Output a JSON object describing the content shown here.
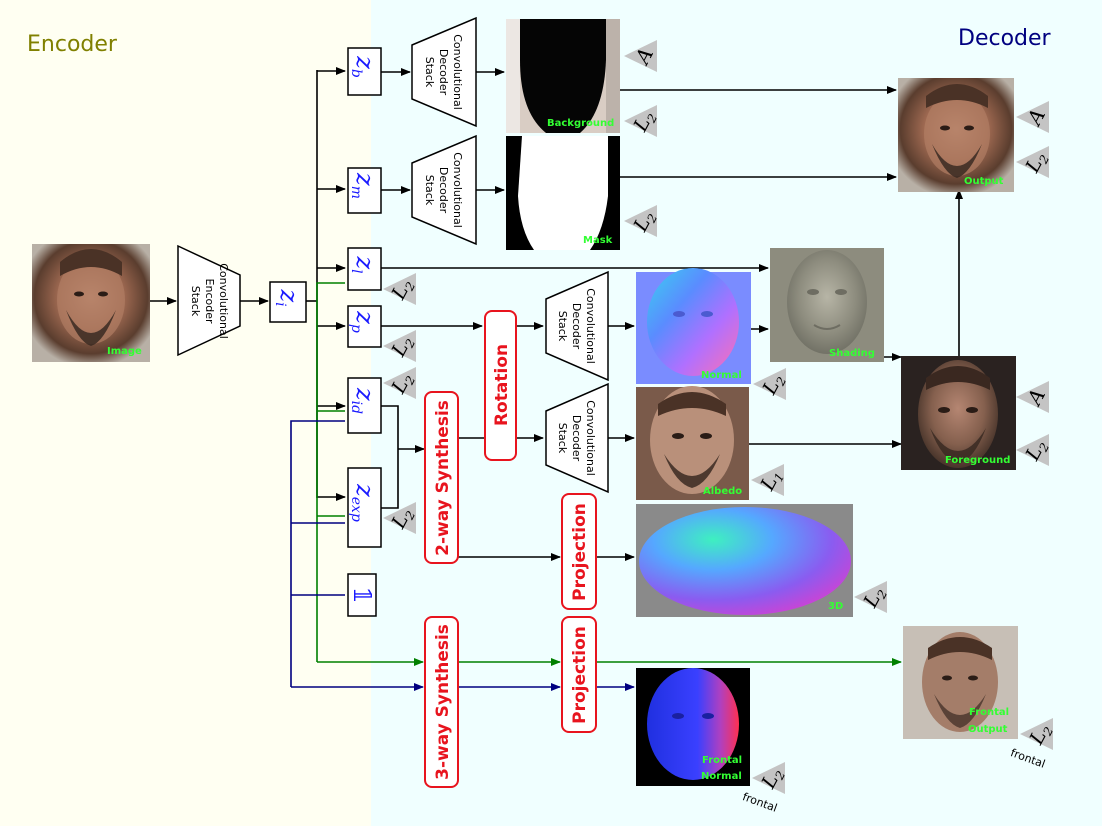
{
  "regions": {
    "encoder_label": "Encoder",
    "decoder_label": "Decoder"
  },
  "colors": {
    "encoder_bg": "#fffff2",
    "decoder_bg": "#f0ffff",
    "encoder_text": "#808000",
    "decoder_text": "#000080",
    "latent_text": "#1a1aff",
    "op_red": "#e8141e",
    "green_line": "#008000",
    "navy_line": "#000080",
    "label_green": "#33ff33",
    "loss_gray": "#c4c4c4"
  },
  "encoder": {
    "line1": "Convolutional",
    "line2": "Encoder",
    "line3": "Stack"
  },
  "decoder_stack": {
    "line1": "Convolutional",
    "line2": "Decoder",
    "line3": "Stack"
  },
  "latents": {
    "zi": "z",
    "zi_sub": "i",
    "zb": "z",
    "zb_sub": "b",
    "zm": "z",
    "zm_sub": "m",
    "zl": "z",
    "zl_sub": "l",
    "zp": "z",
    "zp_sub": "p",
    "zid": "z",
    "zid_sub": "id",
    "zexp": "z",
    "zexp_sub": "exp",
    "one": "𝟙"
  },
  "operations": {
    "rotation": "Rotation",
    "two_way": "2-way Synthesis",
    "three_way": "3-way Synthesis",
    "projection": "Projection"
  },
  "images": {
    "image": "Image",
    "background": "Background",
    "mask": "Mask",
    "output": "Output",
    "shading": "Shading",
    "normal": "Normal",
    "albedo": "Albedo",
    "foreground": "Foreground",
    "three_d": "3D",
    "frontal_output_1": "Frontal",
    "frontal_output_2": "Output",
    "frontal_normal_1": "Frontal",
    "frontal_normal_2": "Normal"
  },
  "losses": {
    "A": "A",
    "L": "L",
    "sub2": "2",
    "sub1": "1",
    "frontal": "frontal"
  }
}
